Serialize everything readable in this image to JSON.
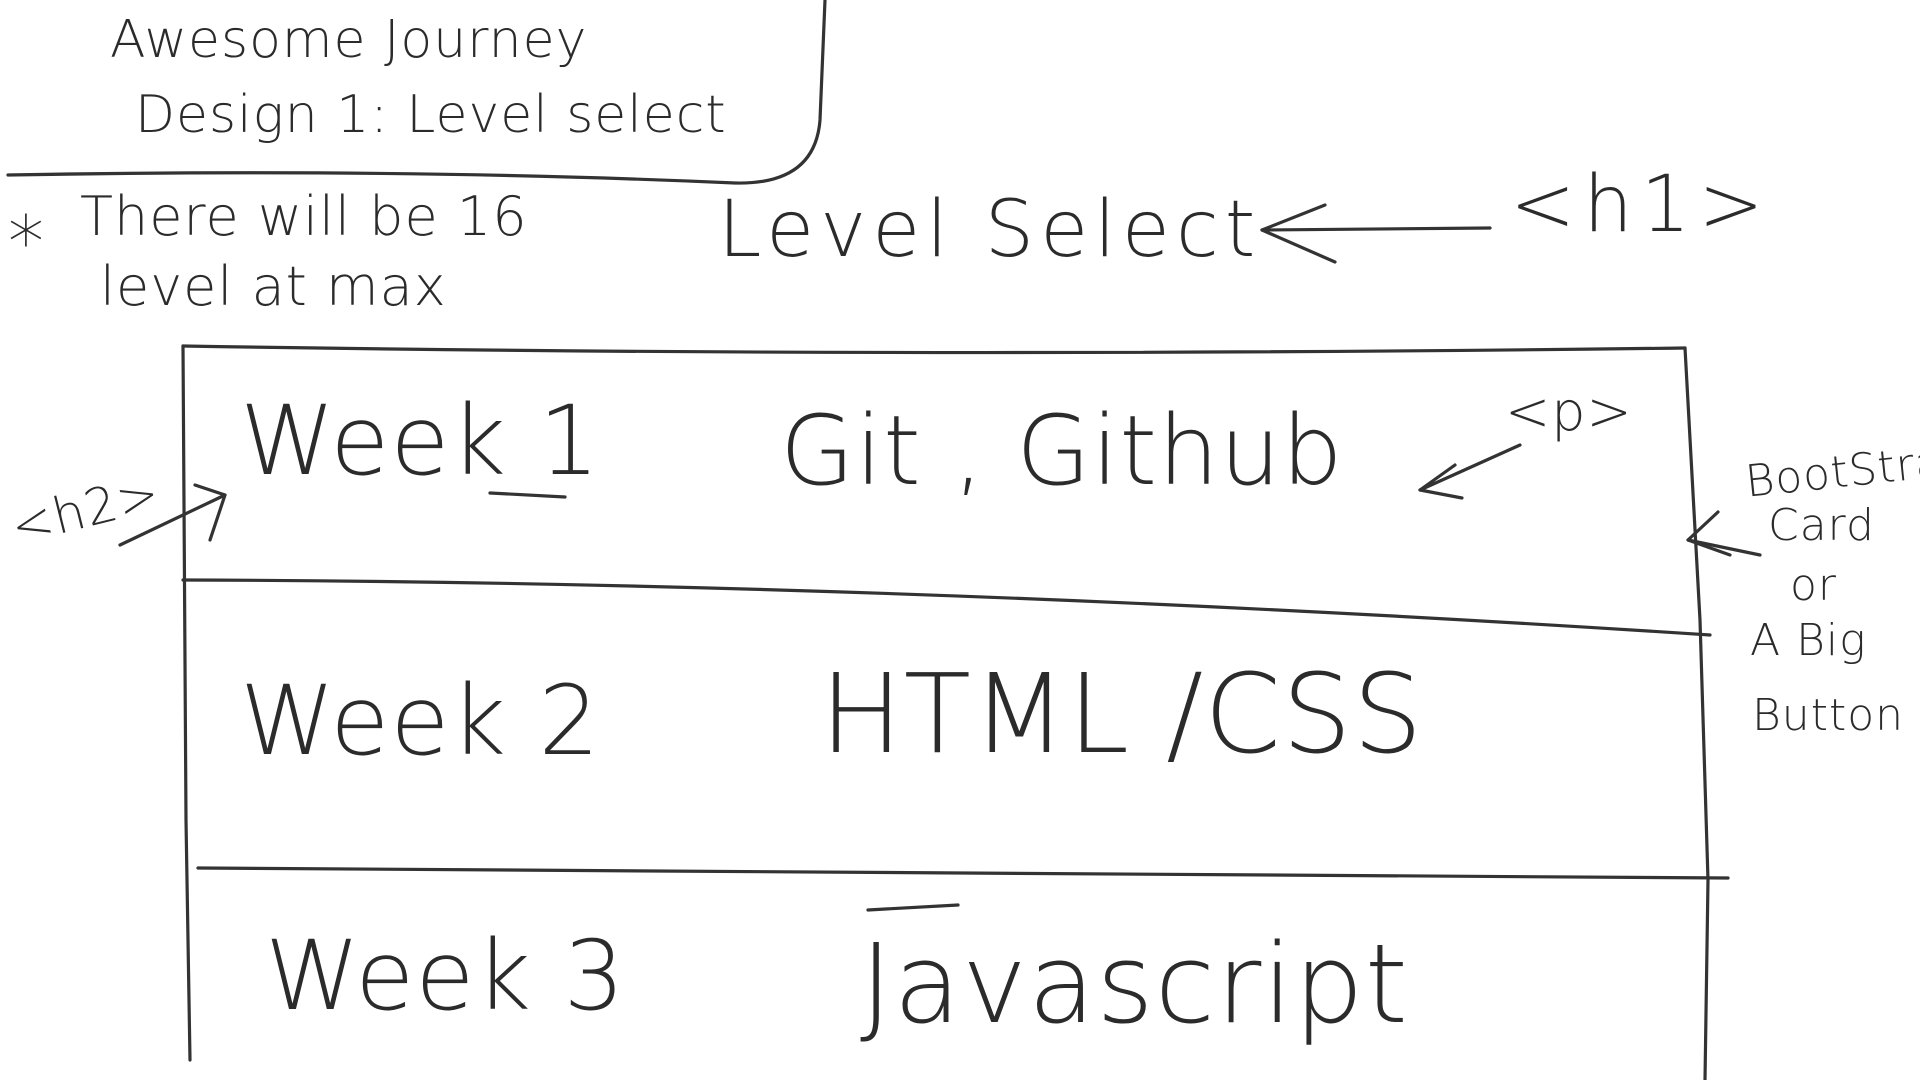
{
  "title_box": {
    "line1": "Awesome Journey",
    "line2": "Design 1: Level select"
  },
  "note": {
    "star": "*",
    "line1": "There will be 16",
    "line2": "level at max"
  },
  "heading": {
    "text": "Level Select",
    "tag": "<h1>"
  },
  "rows": [
    {
      "week": "Week 1",
      "topic": "Git , Github",
      "tag": "<p>"
    },
    {
      "week": "Week 2",
      "topic": "HTML /CSS"
    },
    {
      "week": "Week 3",
      "topic": "Javascript"
    }
  ],
  "h2_tag": "<h2>",
  "side_note": {
    "line1": "BootStrap",
    "line2": "Card",
    "line3": "or",
    "line4": "A Big",
    "line5": "Button"
  }
}
